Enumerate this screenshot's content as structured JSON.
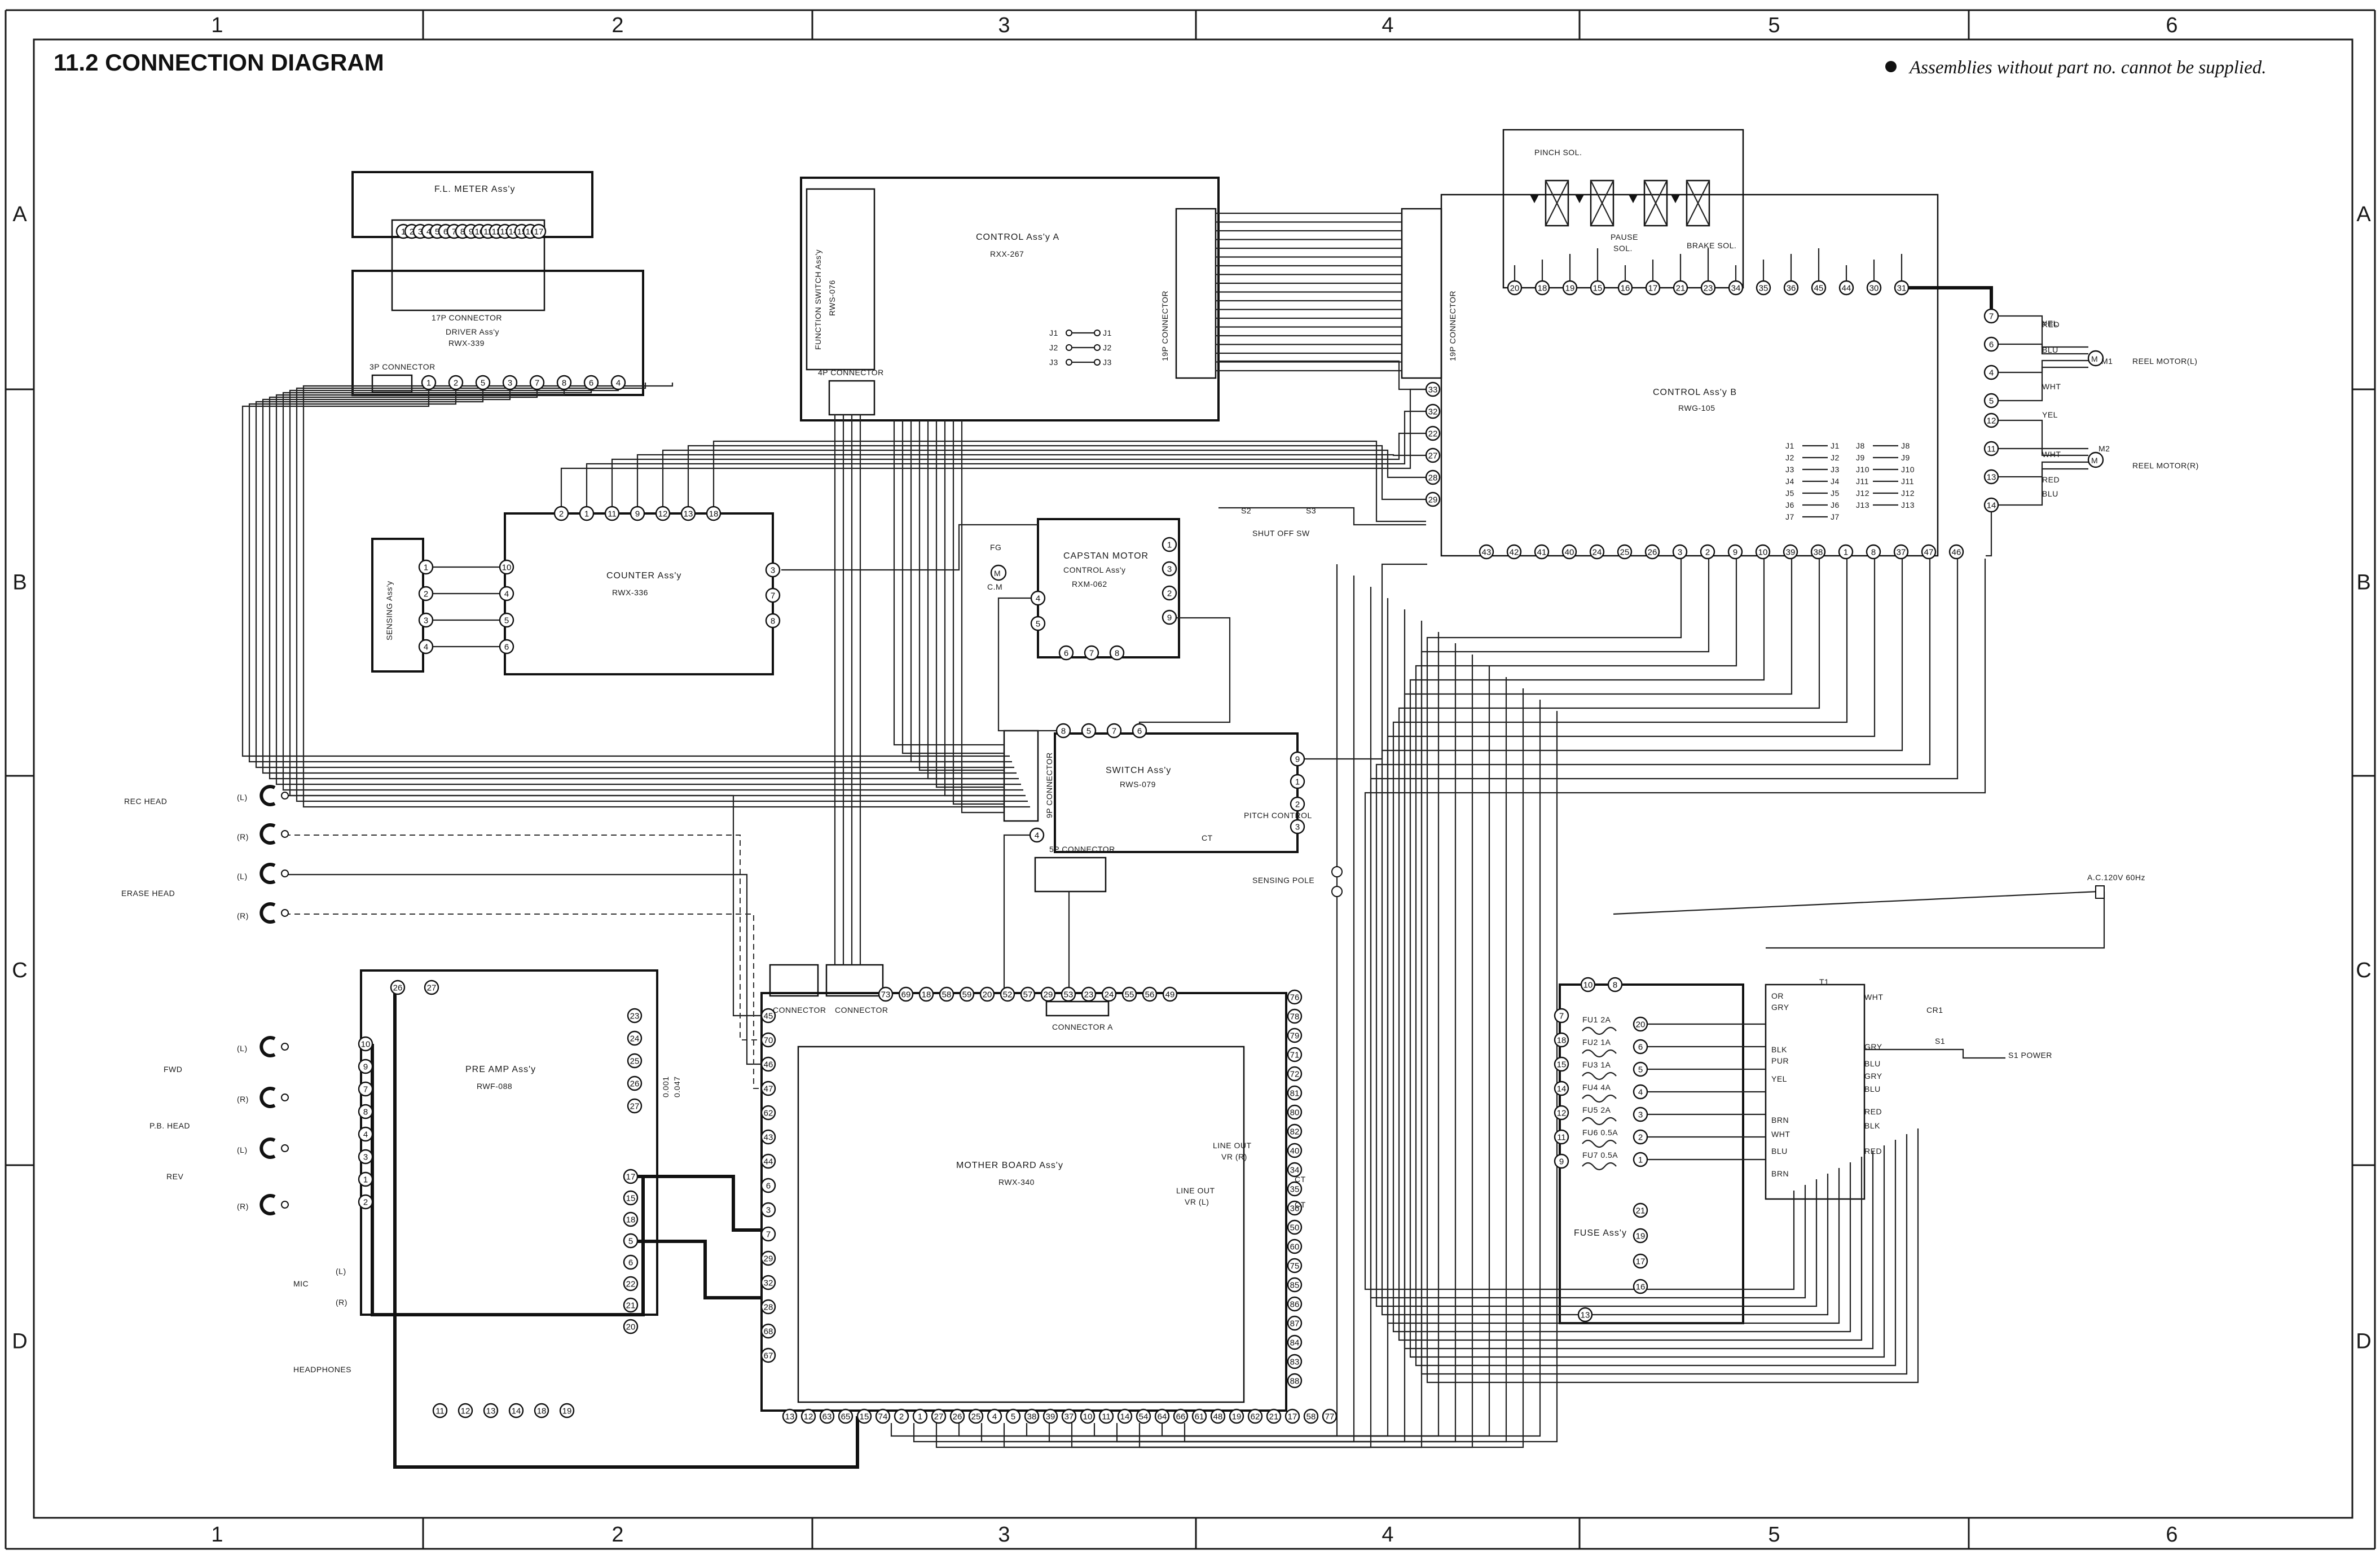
{
  "sheet": {
    "title": "11.2  CONNECTION DIAGRAM",
    "note": "Assemblies without part no. cannot be supplied.",
    "columns": [
      "1",
      "2",
      "3",
      "4",
      "5",
      "6"
    ],
    "rows": [
      "A",
      "B",
      "C",
      "D"
    ]
  },
  "assemblies": {
    "fl_meter": "F.L. METER Ass'y",
    "connector_17p": "17P CONNECTOR",
    "driver": "DRIVER Ass'y",
    "driver_no": "RWX-339",
    "connector_3p": "3P CONNECTOR",
    "function_switch": "FUNCTION SWITCH Ass'y",
    "function_switch_no": "RWS-076",
    "control_a": "CONTROL Ass'y A",
    "control_a_no": "RXX-267",
    "connector_4p": "4P CONNECTOR",
    "connector_19p": "19P CONNECTOR",
    "counter": "COUNTER Ass'y",
    "counter_no": "RWX-336",
    "sensing": "SENSING Ass'y",
    "capstan": "CAPSTAN MOTOR",
    "capstan_2": "CONTROL Ass'y",
    "capstan_no": "RXM-062",
    "switch": "SWITCH Ass'y",
    "switch_no": "RWS-079",
    "connector_9p": "9P CONNECTOR",
    "connector_5p": "5P CONNECTOR",
    "pitch_control": "PITCH CONTROL",
    "sensing_pole": "SENSING POLE",
    "shut_off": "SHUT OFF SW",
    "s2": "S2",
    "s3": "S3",
    "control_b": "CONTROL Ass'y B",
    "control_b_no": "RWG-105",
    "pinch_sol": "PINCH SOL.",
    "pause_sol": "PAUSE",
    "pause_sol_2": "SOL.",
    "brake_sol": "BRAKE SOL.",
    "reel_motor_l": "REEL MOTOR(L)",
    "reel_motor_r": "REEL MOTOR(R)",
    "m1": "M1",
    "m2": "M2",
    "pre_amp": "PRE AMP Ass'y",
    "pre_amp_no": "RWF-088",
    "mother_board": "MOTHER BOARD Ass'y",
    "mother_board_no": "RWX-340",
    "connector": "CONNECTOR",
    "connector_a": "CONNECTOR A",
    "line_out_r": "LINE OUT",
    "line_out_r2": "VR (R)",
    "line_out_l": "LINE OUT",
    "line_out_l2": "VR (L)",
    "fuse": "FUSE Ass'y",
    "t1": "T1",
    "cr1": "CR1",
    "s1": "S1",
    "s1_power": "S1 POWER",
    "ac": "A.C.120V  60Hz",
    "rec_head": "REC HEAD",
    "erase_head": "ERASE HEAD",
    "fwd": "FWD",
    "pb_head": "P.B. HEAD",
    "rev": "REV",
    "mic": "MIC",
    "headphones": "HEADPHONES",
    "ch_l": "(L)",
    "ch_r": "(R)",
    "cap": "0.001\n0.047",
    "ct": "CT"
  },
  "wire_colors": {
    "yel": "YEL",
    "red": "RED",
    "blu": "BLU",
    "wht": "WHT",
    "or": "OR",
    "gry": "GRY",
    "blk": "BLK",
    "pur": "PUR",
    "brn": "BRN"
  },
  "fuses": [
    {
      "name": "FU1",
      "rating": "2A"
    },
    {
      "name": "FU2",
      "rating": "1A"
    },
    {
      "name": "FU3",
      "rating": "1A"
    },
    {
      "name": "FU4",
      "rating": "4A"
    },
    {
      "name": "FU5",
      "rating": "2A"
    },
    {
      "name": "FU6",
      "rating": "0.5A"
    },
    {
      "name": "FU7",
      "rating": "0.5A"
    }
  ],
  "jumpers_b": [
    [
      "J1",
      "J8"
    ],
    [
      "J2",
      "J9"
    ],
    [
      "J3",
      "J10"
    ],
    [
      "J4",
      "J11"
    ],
    [
      "J5",
      "J12"
    ],
    [
      "J6",
      "J13"
    ],
    [
      "J7",
      ""
    ]
  ],
  "jumpers_a": [
    "J1",
    "J2",
    "J3"
  ],
  "pins": {
    "driver_bus": [
      "1",
      "2",
      "3",
      "4",
      "5",
      "6",
      "7",
      "8",
      "9",
      "10",
      "11",
      "12",
      "13",
      "14",
      "15",
      "16",
      "17"
    ],
    "driver_out": [
      "1",
      "2",
      "5",
      "3",
      "7",
      "8",
      "6",
      "4"
    ],
    "counter_top": [
      "2",
      "1",
      "11",
      "9",
      "12",
      "13",
      "18"
    ],
    "counter_left": [
      "10",
      "4",
      "5",
      "6"
    ],
    "counter_right": [
      "3",
      "7",
      "8"
    ],
    "sensing": [
      "1",
      "2",
      "3",
      "4"
    ],
    "capstan_left": [
      "4",
      "5"
    ],
    "capstan_right": [
      "1",
      "3",
      "2",
      "9"
    ],
    "capstan_bottom": [
      "6",
      "7",
      "8"
    ],
    "switch_top": [
      "8",
      "5",
      "7",
      "6"
    ],
    "switch_right": [
      "9",
      "1",
      "2",
      "3"
    ],
    "switch_left": [
      "4"
    ],
    "cb_left": [
      "33",
      "32",
      "22",
      "27",
      "28",
      "29"
    ],
    "cb_top": [
      "20",
      "18",
      "19",
      "15",
      "16",
      "17",
      "21",
      "23",
      "34",
      "35",
      "36",
      "45",
      "44",
      "30",
      "31"
    ],
    "cb_bottom": [
      "43",
      "42",
      "41",
      "40",
      "24",
      "25",
      "26",
      "3",
      "2",
      "9",
      "10",
      "39",
      "38",
      "1",
      "8",
      "37",
      "47",
      "46"
    ],
    "reel": [
      "7",
      "6",
      "4",
      "5",
      "12",
      "11",
      "13",
      "14"
    ],
    "pa_left": [
      "10",
      "9",
      "7",
      "8",
      "4",
      "3",
      "1",
      "2"
    ],
    "pa_top": [
      "26",
      "27"
    ],
    "pa_right_top": [
      "23",
      "24",
      "25",
      "26",
      "27"
    ],
    "pa_right_mid": [
      "17",
      "15",
      "18",
      "5",
      "6",
      "22",
      "21",
      "20"
    ],
    "mb_left": [
      "45",
      "70",
      "46",
      "47",
      "62",
      "43",
      "44",
      "6",
      "3",
      "7",
      "29",
      "32",
      "28",
      "68",
      "67"
    ],
    "mb_top": [
      "73",
      "69",
      "18",
      "58",
      "59",
      "20",
      "52",
      "57",
      "29",
      "53",
      "23",
      "24",
      "55",
      "56",
      "49"
    ],
    "mb_right": [
      "76",
      "78",
      "79",
      "71",
      "72",
      "81",
      "80",
      "82",
      "40",
      "34",
      "35",
      "36",
      "50",
      "60",
      "75",
      "85",
      "86",
      "87",
      "84",
      "83",
      "88"
    ],
    "mb_bottom": [
      "13",
      "12",
      "63",
      "65",
      "15",
      "74",
      "2",
      "1",
      "27",
      "26",
      "25",
      "4",
      "5",
      "38",
      "39",
      "37",
      "10",
      "11",
      "14",
      "54",
      "64",
      "66",
      "61",
      "48",
      "19",
      "62",
      "21",
      "17",
      "58",
      "77"
    ],
    "pa_bottom": [
      "11",
      "12",
      "13",
      "14",
      "18",
      "19"
    ],
    "fuse_left": [
      "7",
      "18",
      "15",
      "14",
      "12",
      "11",
      "9",
      "13"
    ],
    "fuse_right": [
      "20",
      "6",
      "5",
      "4",
      "3",
      "2",
      "1",
      "21",
      "19",
      "17",
      "16"
    ],
    "fuse_top": [
      "10",
      "8"
    ]
  }
}
